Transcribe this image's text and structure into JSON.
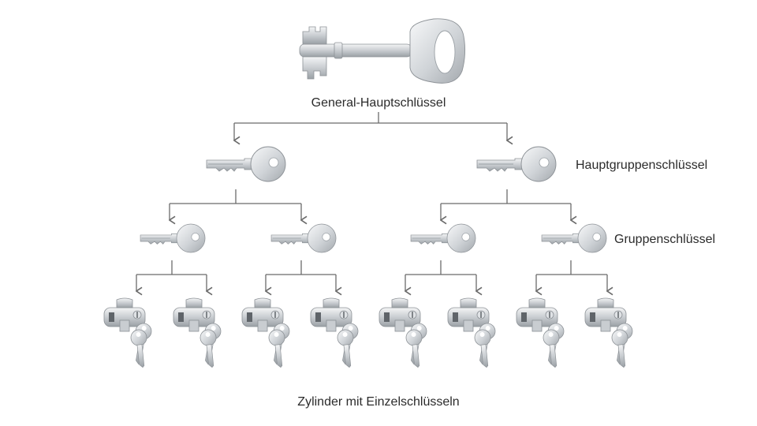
{
  "diagram": {
    "labels": {
      "master": "General-Hauptschlüssel",
      "main_group": "Hauptgruppenschlüssel",
      "group": "Gruppenschlüssel",
      "cylinders": "Zylinder mit Einzelschlüsseln"
    },
    "hierarchy": {
      "master_keys": 1,
      "main_group_keys": 2,
      "group_keys_per_main_group": 2,
      "cylinders_per_group": 2,
      "individual_keys_per_cylinder": 2
    },
    "colors": {
      "line": "#6b6b6b",
      "text": "#2b2b2b",
      "metal_light": "#e6e8ea",
      "metal_dark": "#8d9297"
    },
    "icons": [
      "master-key-icon",
      "group-key-icon",
      "lock-cylinder-icon",
      "individual-key-icon"
    ]
  }
}
